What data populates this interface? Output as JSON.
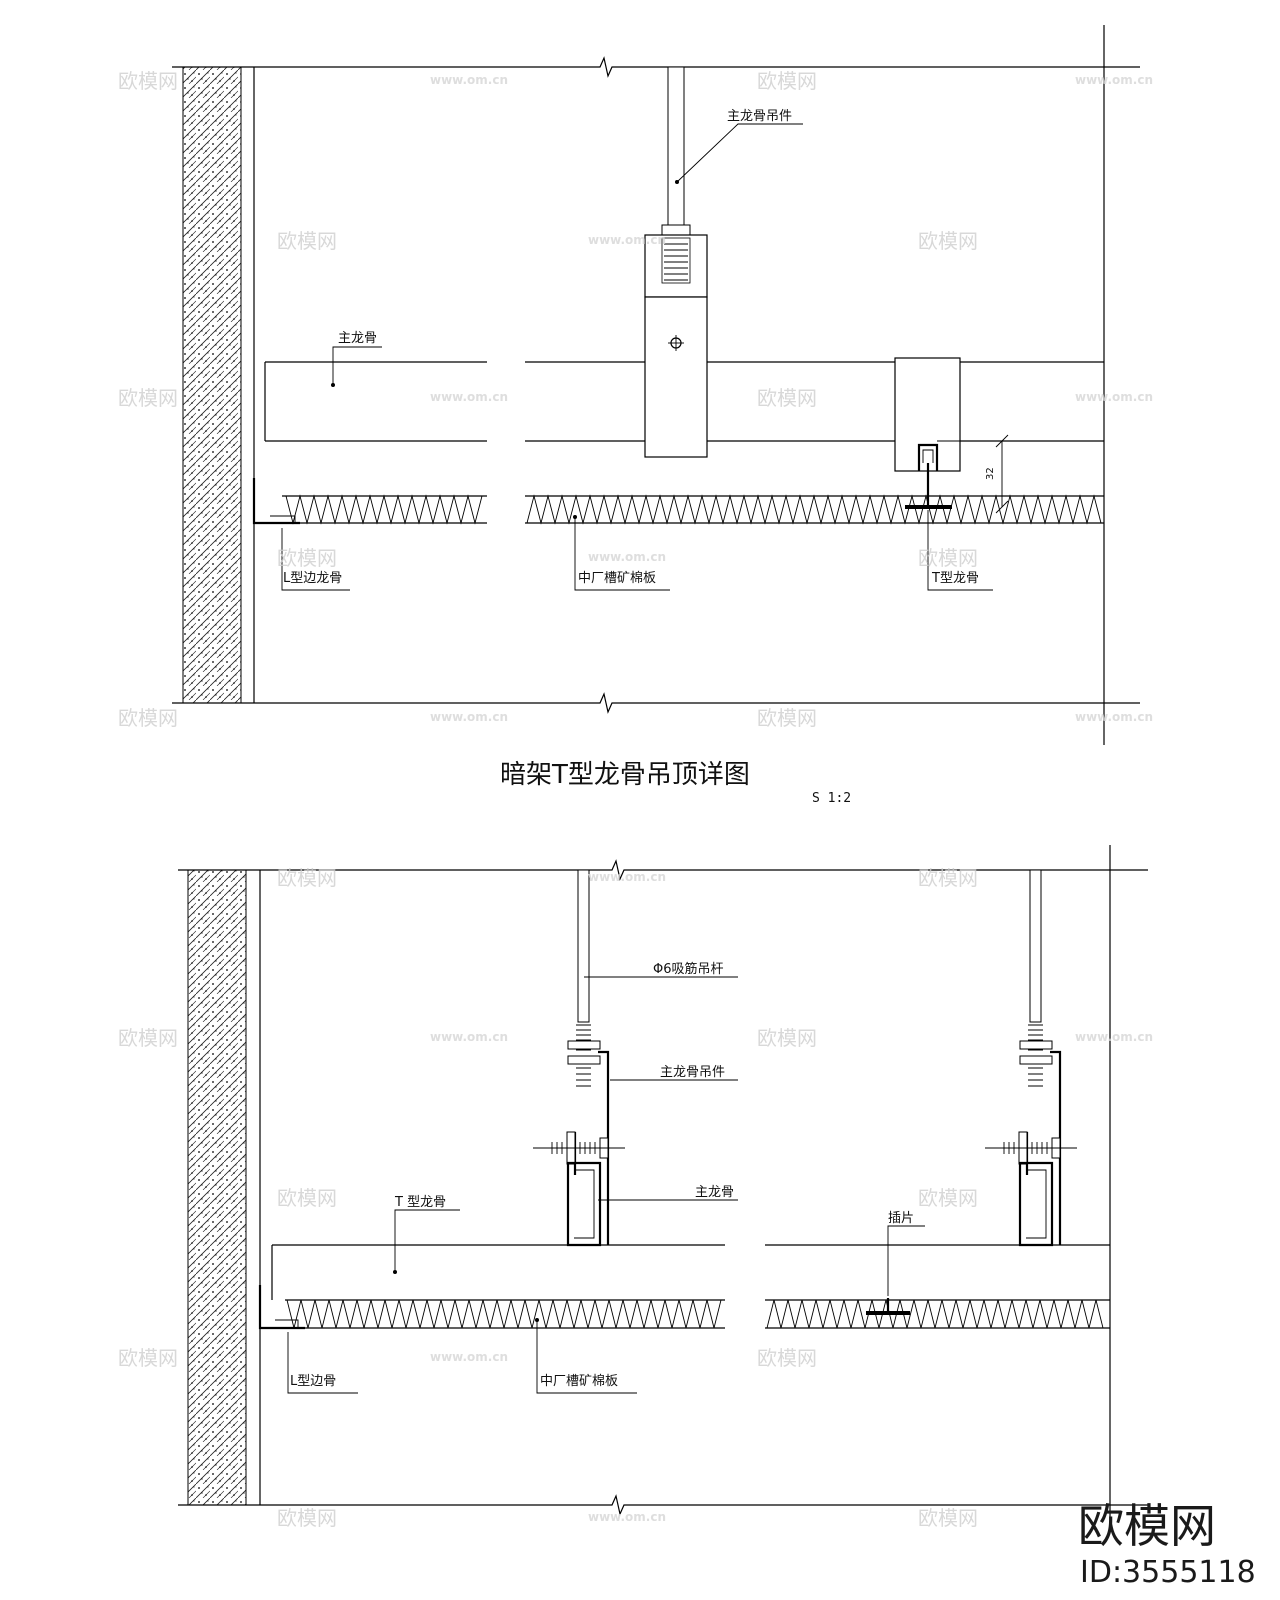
{
  "diagram_1": {
    "title": "暗架T型龙骨吊顶详图",
    "scale": "S 1:2",
    "labels": {
      "hanger": "主龙骨吊件",
      "main_keel": "主龙骨",
      "l_edge_keel": "L型边龙骨",
      "mineral_board": "中厂槽矿棉板",
      "t_keel": "T型龙骨",
      "dimension": "32"
    }
  },
  "diagram_2": {
    "labels": {
      "rod": "Φ6吸筋吊杆",
      "hanger": "主龙骨吊件",
      "main_keel": "主龙骨",
      "t_keel": "T 型龙骨",
      "plug": "插片",
      "l_edge_keel": "L型边骨",
      "mineral_board": "中厂槽矿棉板"
    }
  },
  "watermark": {
    "logo_text": "欧模网",
    "site_text": "www.om.cn",
    "id_text": "ID:3555118"
  }
}
